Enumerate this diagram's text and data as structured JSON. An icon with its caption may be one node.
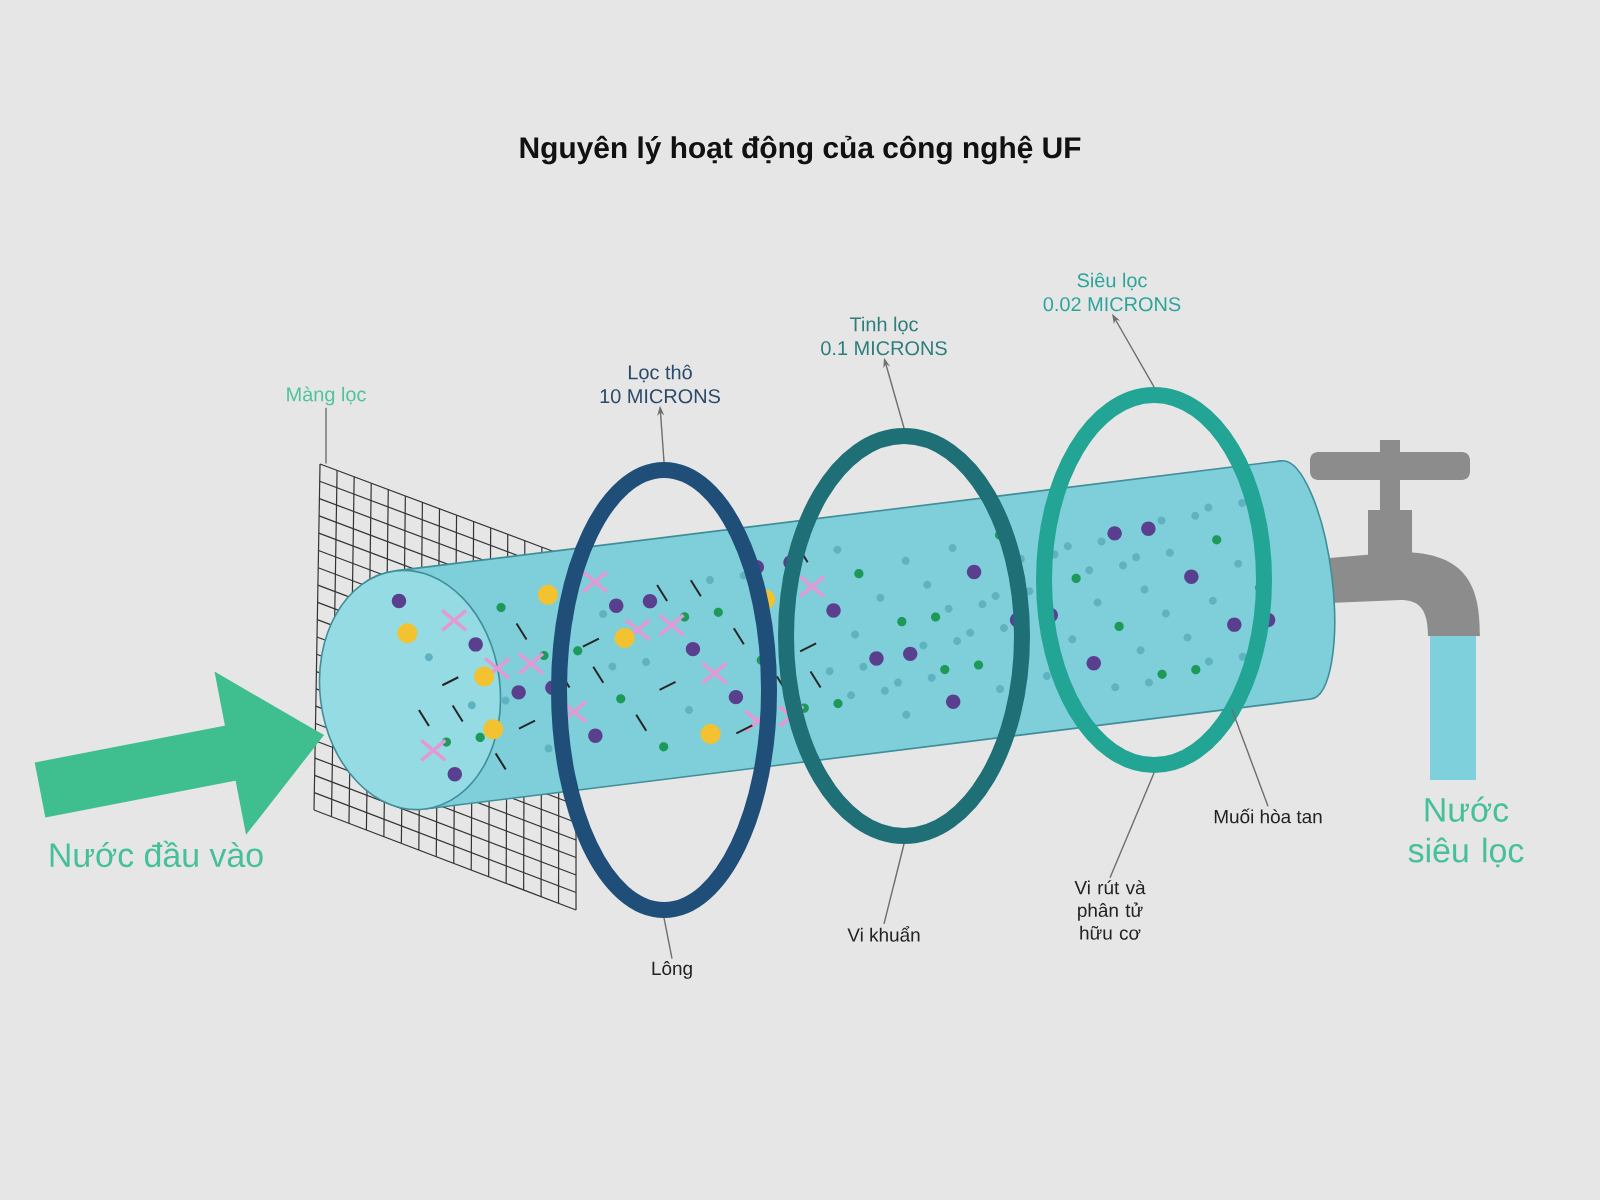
{
  "diagram": {
    "title": "Nguyên lý hoạt động của công nghệ UF",
    "nodes": [
      {
        "text": [
          "Màng lọc"
        ]
      },
      {
        "text": [],
        "shape": "picture"
      },
      {
        "text": [
          "Lọc thô",
          "10 MICRONS"
        ]
      },
      {
        "text": [],
        "shape": "circle"
      },
      {
        "text": [
          "Tinh lọc",
          "0.1 MICRONS"
        ]
      },
      {
        "text": [],
        "shape": "circle"
      },
      {
        "text": [
          "Siêu lọc",
          "0.02 MICRONS"
        ]
      },
      {
        "text": [],
        "shape": "circle"
      },
      {
        "text": [],
        "shape": "cylinder"
      },
      {
        "text": [],
        "shape": "picture"
      },
      {
        "text": [
          "Lông"
        ]
      },
      {
        "text": [
          "Vi khuẩn"
        ]
      },
      {
        "text": [
          "Vi rút và phân tử hữu cơ"
        ]
      },
      {
        "text": [
          "Muối hòa tan"
        ]
      }
    ],
    "edges": [
      {
        "from": 0,
        "to": 1,
        "arrow": "none"
      },
      {
        "from": 3,
        "to": 2,
        "arrow": "to"
      },
      {
        "from": 5,
        "to": 4,
        "arrow": "to"
      },
      {
        "from": 7,
        "to": 6,
        "arrow": "to"
      },
      {
        "from": null,
        "to": 8,
        "arrow": "to",
        "style": "thick",
        "color": "#3fbf8f"
      },
      {
        "from": 10,
        "to": 3,
        "arrow": "none"
      },
      {
        "from": 11,
        "to": 5,
        "arrow": "none"
      },
      {
        "from": 12,
        "to": 7,
        "arrow": "none"
      },
      {
        "from": 13,
        "to": 8,
        "arrow": "none"
      }
    ],
    "labels": [
      "Nước đầu vào",
      "Nước siêu lọc"
    ]
  }
}
